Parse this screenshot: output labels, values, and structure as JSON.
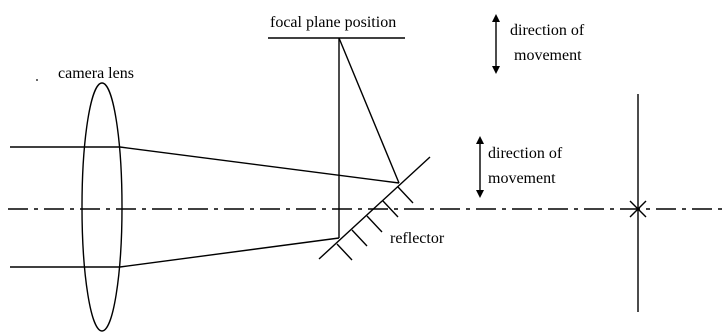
{
  "labels": {
    "focal_plane": "focal plane position",
    "camera_lens": "camera lens",
    "movement_top_line1": "direction of",
    "movement_top_line2": "movement",
    "movement_mid_line1": "direction of",
    "movement_mid_line2": "movement",
    "reflector": "reflector"
  }
}
